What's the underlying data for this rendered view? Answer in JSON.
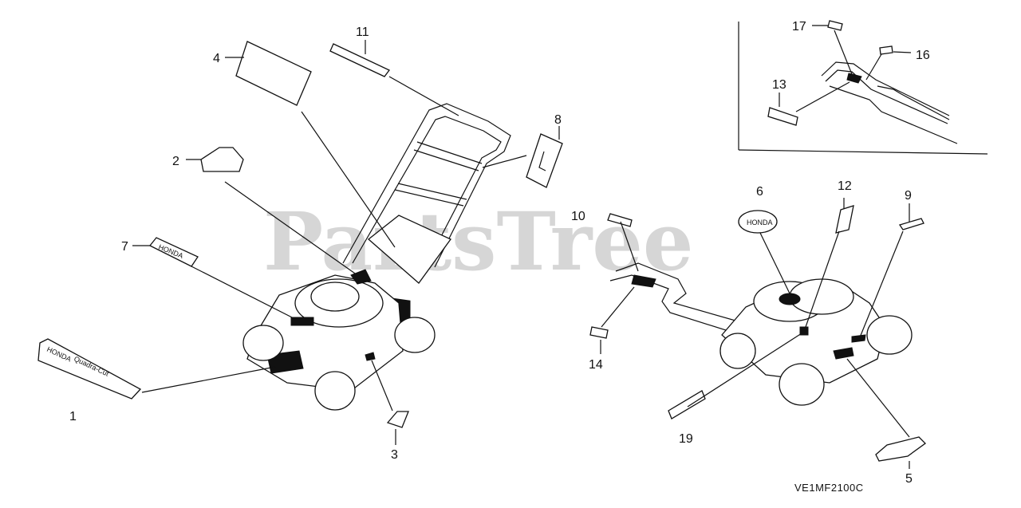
{
  "watermark": "PartsTree",
  "drawing_code": "VE1MF2100C",
  "decal_text": {
    "label_7": "HONDA",
    "label_1_line1": "HONDA",
    "label_1_line2": "Quadra-Cut",
    "label_6": "HONDA"
  },
  "callouts": {
    "c1": "1",
    "c2": "2",
    "c3": "3",
    "c4": "4",
    "c5": "5",
    "c6": "6",
    "c7": "7",
    "c8": "8",
    "c9": "9",
    "c10": "10",
    "c11": "11",
    "c12": "12",
    "c13": "13",
    "c14": "14",
    "c16": "16",
    "c17": "17",
    "c19": "19"
  }
}
